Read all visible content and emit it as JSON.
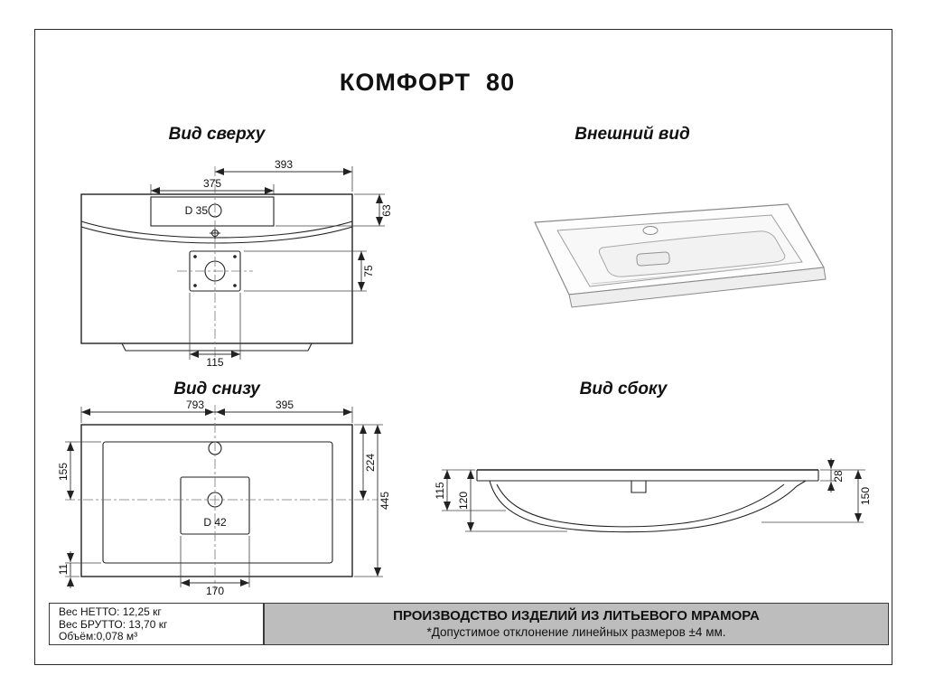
{
  "title": "КОМФОРТ  80",
  "views": {
    "top_view": {
      "label": "Вид сверху",
      "dims": {
        "width_393": "393",
        "width_375": "375",
        "hole_d35": "D 35",
        "h_63": "63",
        "h_75": "75",
        "w_115": "115"
      }
    },
    "external_view": {
      "label": "Внешний вид"
    },
    "bottom_view": {
      "label": "Вид снизу",
      "dims": {
        "w_793": "793",
        "w_395": "395",
        "h_224": "224",
        "h_155": "155",
        "hole_d42": "D 42",
        "h_445": "445",
        "h_11": "11",
        "w_170": "170"
      }
    },
    "side_view": {
      "label": "Вид сбоку",
      "dims": {
        "h_115": "115",
        "h_120": "120",
        "h_28": "28",
        "h_150": "150"
      }
    }
  },
  "footer": {
    "net_weight": "Вес НЕТТО: 12,25 кг",
    "gross_weight": "Вес БРУТТО: 13,70 кг",
    "volume": "Объём:0,078 м³",
    "production_line": "ПРОИЗВОДСТВО ИЗДЕЛИЙ ИЗ ЛИТЬЕВОГО МРАМОРА",
    "tolerance_line": "*Допустимое отклонение линейных размеров ±4 мм."
  }
}
